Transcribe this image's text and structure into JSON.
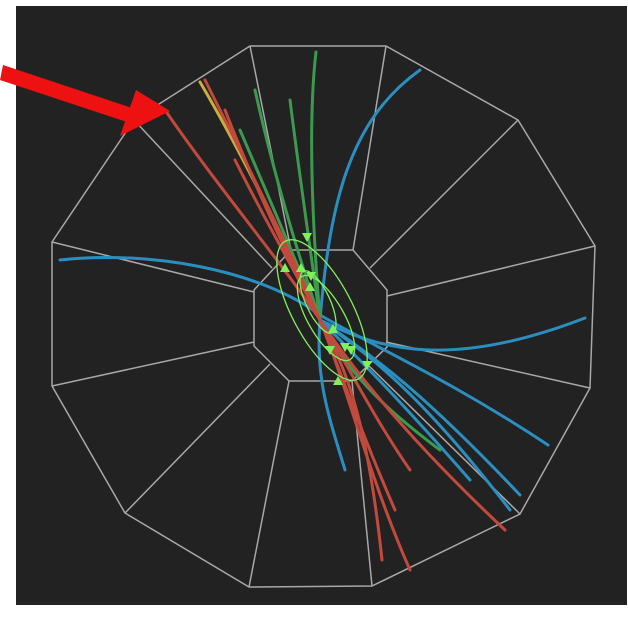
{
  "event_display": {
    "view": "transverse",
    "colors": {
      "background": "#222222",
      "detector_outline": "#a8a8a8",
      "track_red": "#c24a3c",
      "track_green": "#3c9a50",
      "track_blue": "#2a8fc0",
      "track_yellow": "#c8b040",
      "vertex_marker": "#7ff05a",
      "arrow": "#ee1111"
    },
    "detector": {
      "outer_layer": "dodecagon",
      "inner_layer": "octagon",
      "segments": 12
    },
    "annotation": {
      "type": "arrow",
      "icon": "arrow-icon",
      "points_to": "red-track"
    }
  }
}
